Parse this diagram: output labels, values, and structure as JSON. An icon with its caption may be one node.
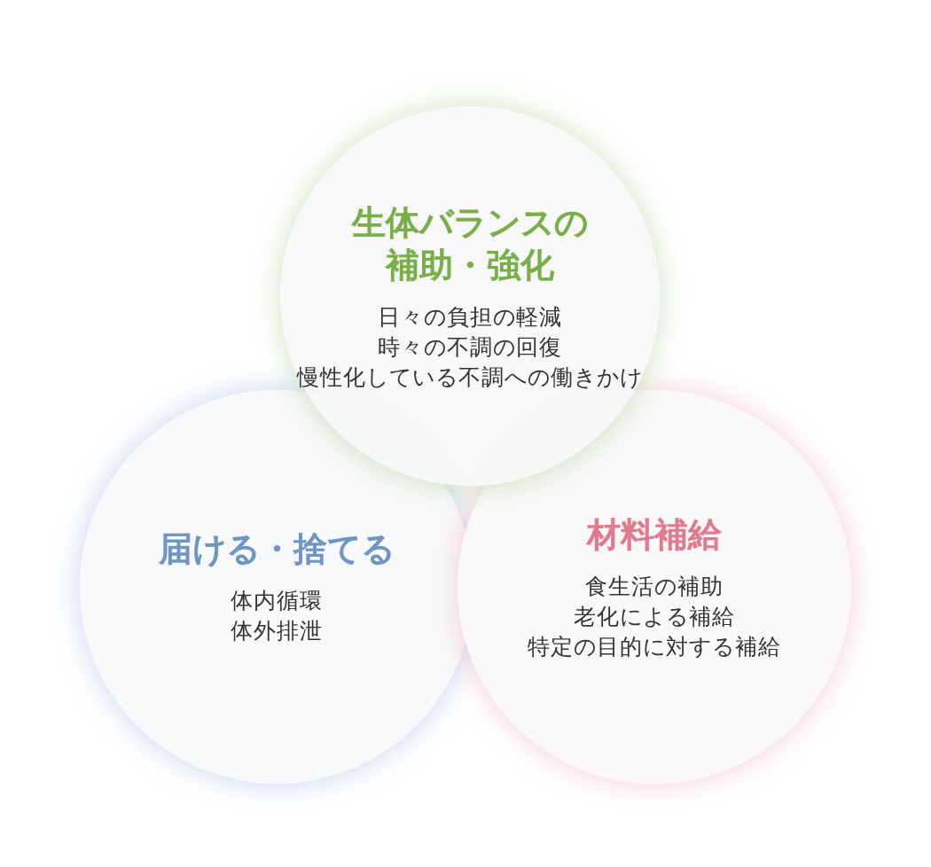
{
  "diagram": {
    "nodes": [
      {
        "text": [
          "生体バランスの補助・強化",
          "日々の負担の軽減",
          "時々の不調の回復",
          "慢性化している不調への働きかけ"
        ]
      },
      {
        "text": [
          "届ける・捨てる",
          "体内循環",
          "体外排泄"
        ]
      },
      {
        "text": [
          "材料補給",
          "食生活の補助",
          "老化による補給",
          "特定の目的に対する補給"
        ]
      }
    ]
  }
}
